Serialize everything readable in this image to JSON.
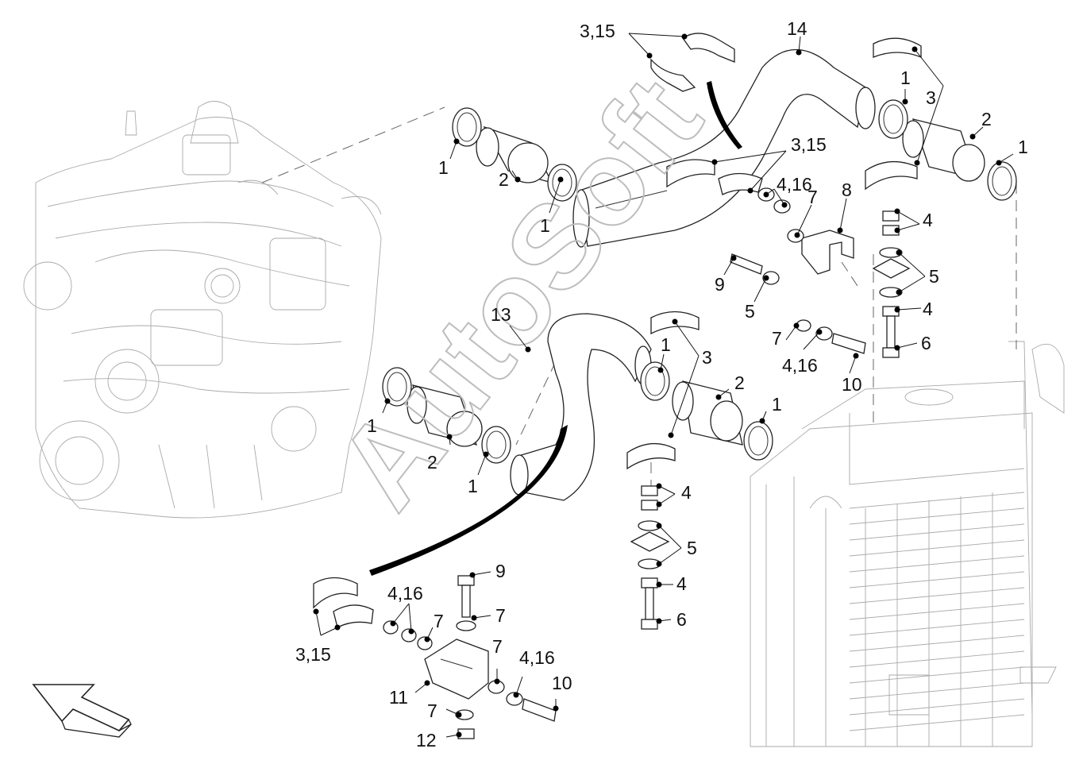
{
  "watermark": "AutoSoft",
  "callouts": {
    "c315a": "3,15",
    "c14": "14",
    "c1a": "1",
    "c3a": "3",
    "c2a": "2",
    "c1b": "1",
    "c1c": "1",
    "c2b": "2",
    "c1d": "1",
    "c315b": "3,15",
    "c416a": "4,16",
    "c7a": "7",
    "c8": "8",
    "c4a": "4",
    "c5a": "5",
    "c4b": "4",
    "c6a": "6",
    "c9a": "9",
    "c5b": "5",
    "c7b": "7",
    "c416b": "4,16",
    "c10a": "10",
    "c13": "13",
    "c1e": "1",
    "c3b": "3",
    "c2c": "2",
    "c1f": "1",
    "c1g": "1",
    "c2d": "2",
    "c1h": "1",
    "c4c": "4",
    "c5c": "5",
    "c4d": "4",
    "c6b": "6",
    "c9b": "9",
    "c416c": "4,16",
    "c7c": "7",
    "c7d": "7",
    "c315c": "3,15",
    "c7e": "7",
    "c416d": "4,16",
    "c10b": "10",
    "c11": "11",
    "c7f": "7",
    "c12": "12"
  }
}
